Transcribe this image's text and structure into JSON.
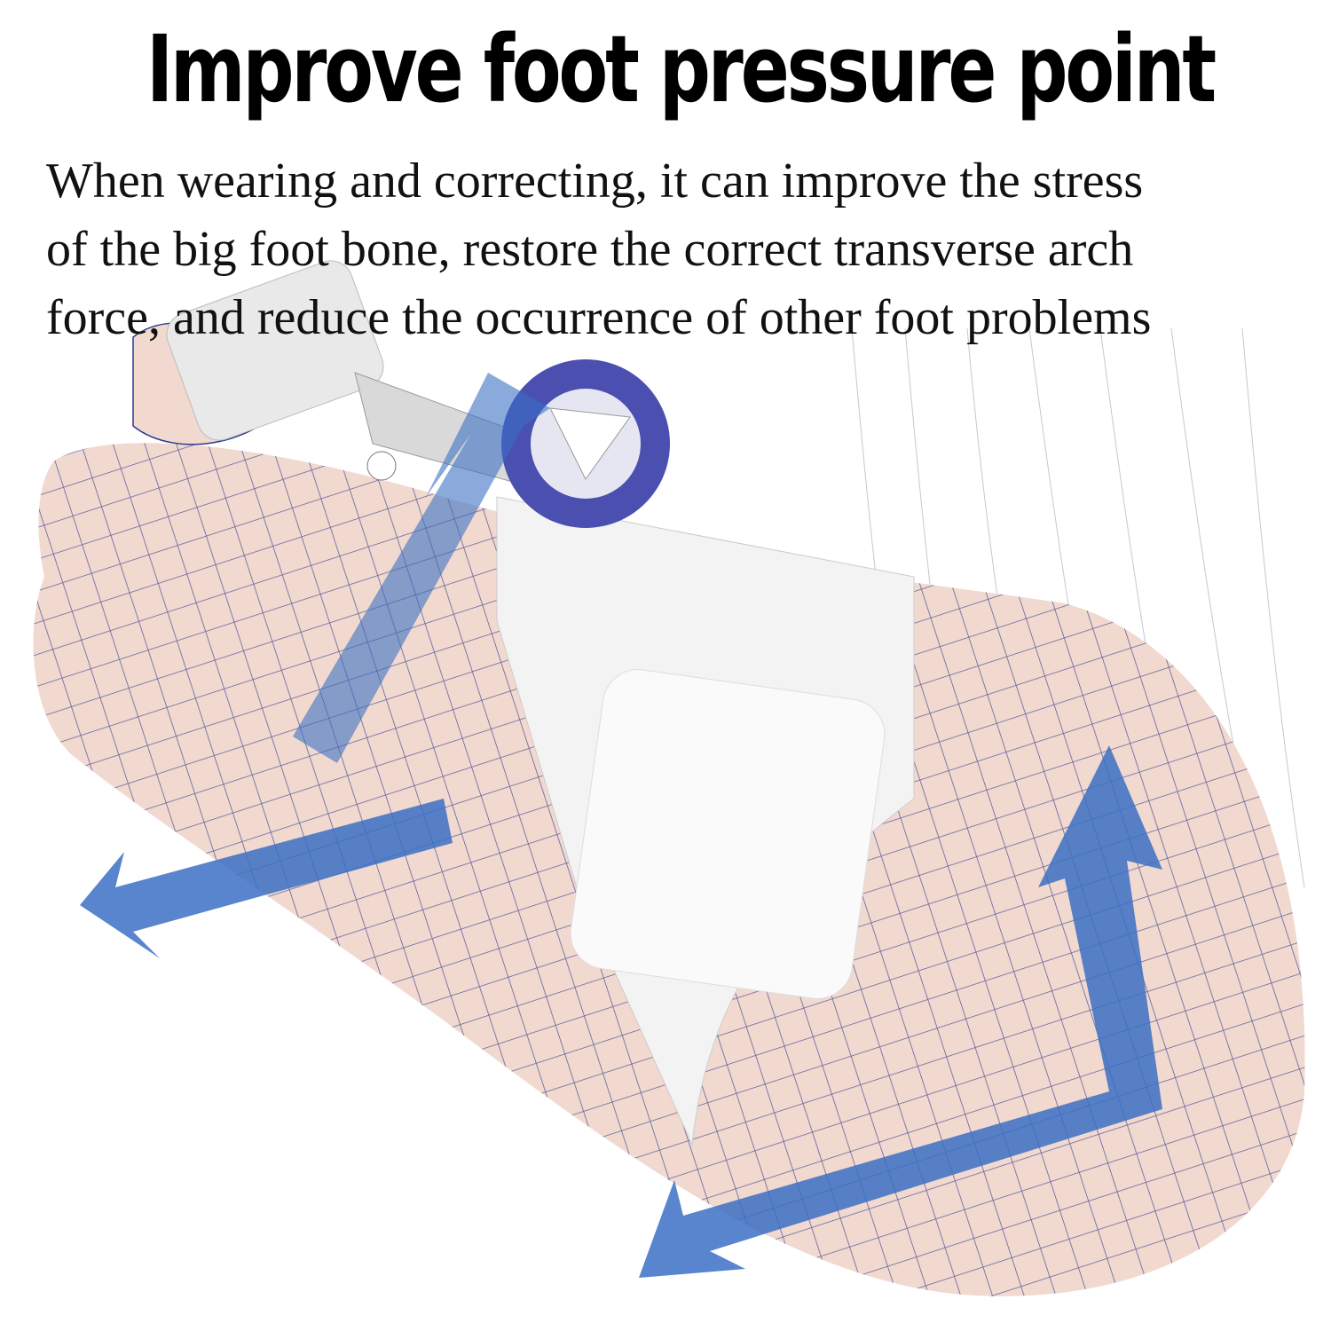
{
  "title": "Improve foot pressure point",
  "description": {
    "lines": [
      "When wearing and correcting, it can improve the stress",
      "of the big foot bone, restore the correct transverse arch",
      "force, and reduce the occurrence of other foot problems"
    ]
  },
  "colors": {
    "arrow": "#3a6fc4",
    "mesh": "#2a3a8c",
    "skin": "#f2d9cf",
    "brace": "#eeeeee",
    "knob": "#4a4fb0"
  }
}
